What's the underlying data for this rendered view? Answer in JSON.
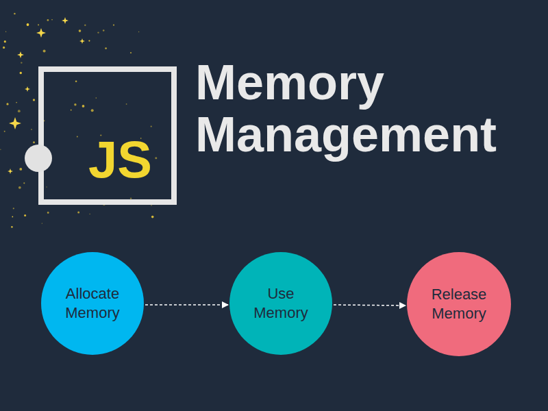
{
  "diagram": {
    "title": "Memory Management",
    "nodes": [
      {
        "text": [
          "JS"
        ]
      },
      {
        "text": [
          "Allocate Memory"
        ]
      },
      {
        "text": [
          "Use Memory"
        ]
      },
      {
        "text": [
          "Release Memory"
        ]
      }
    ],
    "edges": [
      {
        "from": 1,
        "to": 2,
        "arrow": "to"
      },
      {
        "from": 2,
        "to": 3,
        "arrow": "to"
      }
    ]
  }
}
